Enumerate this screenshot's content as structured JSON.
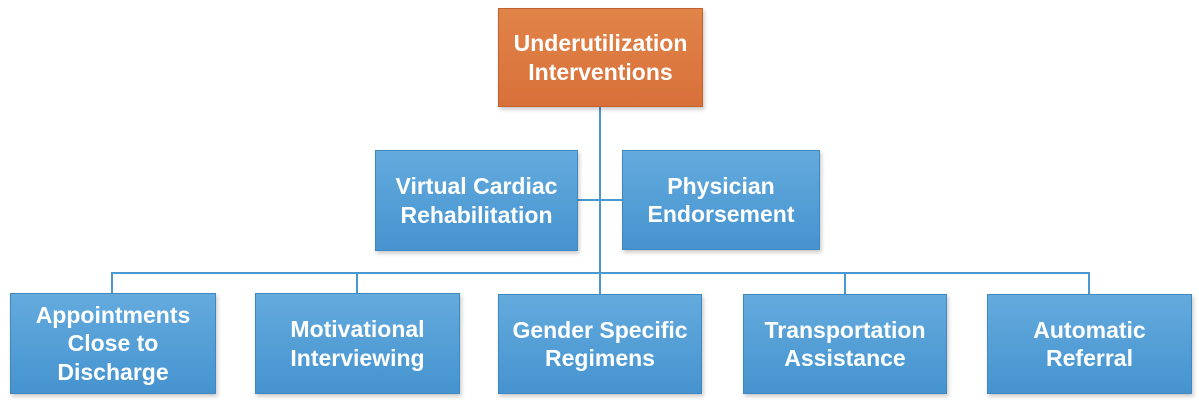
{
  "diagram": {
    "root": {
      "label": "Underutilization Interventions"
    },
    "level2": [
      {
        "label": "Virtual Cardiac Rehabilitation"
      },
      {
        "label": "Physician Endorsement"
      }
    ],
    "level3": [
      {
        "label": "Appointments Close to Discharge"
      },
      {
        "label": "Motivational Interviewing"
      },
      {
        "label": "Gender Specific Regimens"
      },
      {
        "label": "Transportation Assistance"
      },
      {
        "label": "Automatic Referral"
      }
    ],
    "colors": {
      "root_fill_top": "#E08449",
      "root_fill": "#D8703A",
      "root_border": "#C2612E",
      "node_fill_top": "#64ABDE",
      "node_fill": "#4593CF",
      "node_border": "#3E88BF",
      "connector": "#4A97D2",
      "text_color": "#FFFFFF"
    }
  }
}
